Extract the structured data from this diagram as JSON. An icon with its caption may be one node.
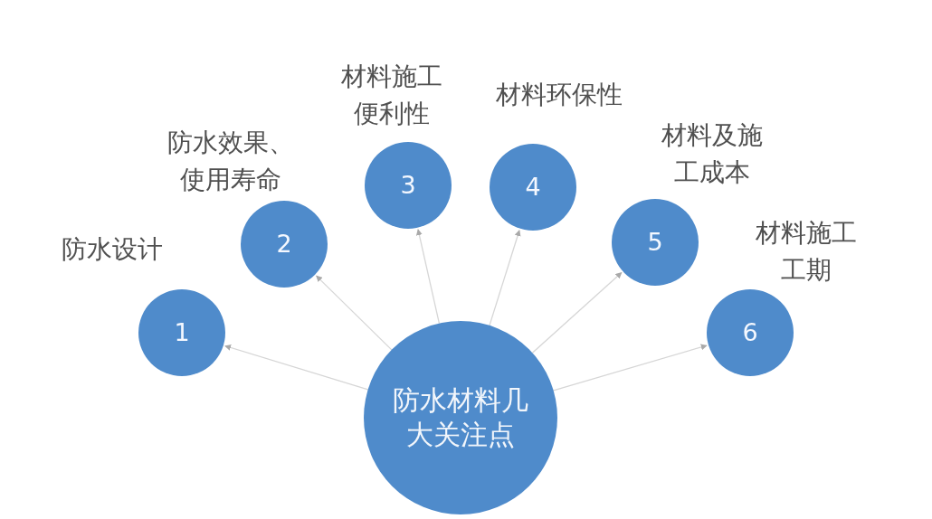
{
  "diagram": {
    "nodes": [
      {
        "text": [
          "1"
        ],
        "beside": [
          "防水设计"
        ]
      },
      {
        "text": [
          "2"
        ],
        "beside": [
          "防水效果、使用寿命"
        ]
      },
      {
        "text": [
          "3"
        ],
        "beside": [
          "材料施工便利性"
        ]
      },
      {
        "text": [
          "4"
        ],
        "beside": [
          "材料环保性"
        ]
      },
      {
        "text": [
          "5"
        ],
        "beside": [
          "材料及施工成本"
        ]
      },
      {
        "text": [
          "6"
        ],
        "beside": [
          "材料施工工期"
        ]
      },
      {
        "text": [
          "防水材料几大关注点"
        ]
      }
    ],
    "edges": [
      {
        "from": 6,
        "to": 0,
        "arrow": "to"
      },
      {
        "from": 6,
        "to": 1,
        "arrow": "to"
      },
      {
        "from": 6,
        "to": 2,
        "arrow": "to"
      },
      {
        "from": 6,
        "to": 3,
        "arrow": "to"
      },
      {
        "from": 6,
        "to": 4,
        "arrow": "to"
      },
      {
        "from": 6,
        "to": 5,
        "arrow": "to"
      }
    ]
  }
}
